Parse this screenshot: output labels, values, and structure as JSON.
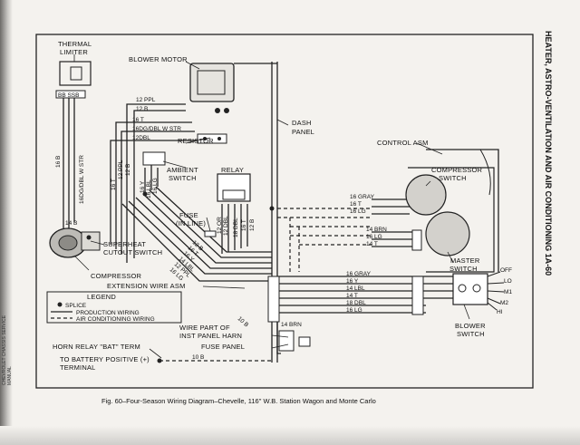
{
  "page": {
    "heading": "HEATER, ASTRO-VENTILATION AND AIR CONDITIONING  1A-60",
    "caption": "Fig. 60–Four-Season Wiring Diagram–Chevelle, 116\" W.B. Station Wagon and Monte Carlo",
    "side_note": "CHEVROLET CHASSIS SERVICE MANUAL"
  },
  "components": {
    "thermal_limiter": [
      "THERMAL",
      "LIMITER"
    ],
    "blower_motor": "BLOWER MOTOR",
    "dash_panel": [
      "DASH",
      "PANEL"
    ],
    "control_asm": "CONTROL ASM",
    "compressor_switch": [
      "COMPRESSOR",
      "SWITCH"
    ],
    "resistor": "RESISTOR",
    "ambient_switch": [
      "AMBIENT",
      "SWITCH"
    ],
    "relay": "RELAY",
    "fuse_in_line": [
      "FUSE",
      "(IN LINE)"
    ],
    "superheat_cutout": [
      "SUPERHEAT",
      "CUTOUT SWITCH"
    ],
    "compressor": "COMPRESSOR",
    "extension_wire": "EXTENSION WIRE ASM",
    "master_switch": [
      "MASTER",
      "SWITCH"
    ],
    "blower_switch": [
      "BLOWER",
      "SWITCH"
    ],
    "wire_part_of": [
      "WIRE PART OF",
      "INST PANEL HARN"
    ],
    "fuse_panel": "FUSE PANEL",
    "horn_relay": "HORN RELAY \"BAT\" TERM",
    "to_battery": [
      "TO BATTERY POSITIVE (+)",
      "TERMINAL"
    ]
  },
  "switch_positions": [
    "OFF",
    "LO",
    "M1",
    "M2",
    "HI"
  ],
  "legend": {
    "title": "LEGEND",
    "items": [
      "SPLICE",
      "PRODUCTION WIRING",
      "AIR CONDITIONING WIRING"
    ]
  },
  "wires": {
    "blower_top": [
      "12 PPL",
      "12 B"
    ],
    "resistor_group": [
      "16 T",
      "16DG/DBL W STR",
      "12DBL"
    ],
    "left_vertical": [
      "16 B",
      "16DG/DBL W STR"
    ],
    "mid_vertical": [
      "16 T",
      "12 PPL",
      "12 B"
    ],
    "ambient_vertical": [
      "16 Y",
      "16 LBL",
      "16 LG"
    ],
    "relay_vertical": [
      "12 OR",
      "12 DBL",
      "18 DBL",
      "16 T",
      "12 B"
    ],
    "diag_bundle": [
      "12 B",
      "16 T",
      "16 Y",
      "14 LBL",
      "12 PPL",
      "16 LG"
    ],
    "compressor_switch_group": [
      "16 GRAY",
      "16 T",
      "16 LG"
    ],
    "control_mid_group": [
      "14 BRN",
      "16 LG",
      "14 T"
    ],
    "control_low_group": [
      "16 GRAY",
      "16 Y",
      "14 LBL",
      "14 T",
      "18 DBL",
      "16 LG"
    ],
    "misc": [
      "14 B",
      "10 B",
      "14 BRN",
      "10 B"
    ]
  }
}
